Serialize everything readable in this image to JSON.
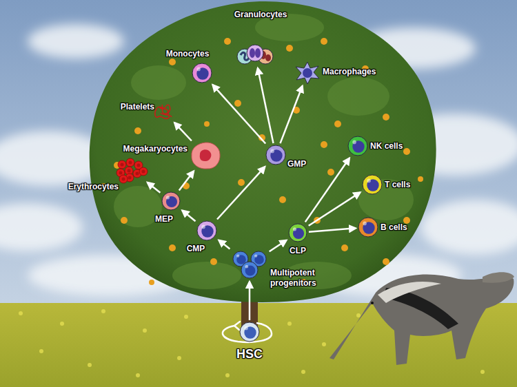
{
  "diagram": {
    "nodes": [
      {
        "text": [
          "Granulocytes"
        ]
      },
      {
        "text": [
          "Monocytes"
        ]
      },
      {
        "text": [
          "Macrophages"
        ]
      },
      {
        "text": [
          "Platelets"
        ]
      },
      {
        "text": [
          "Megakaryocytes"
        ]
      },
      {
        "text": [
          "GMP"
        ]
      },
      {
        "text": [
          "NK cells"
        ]
      },
      {
        "text": [
          "T cells"
        ]
      },
      {
        "text": [
          "B cells"
        ]
      },
      {
        "text": [
          "Erythrocytes"
        ]
      },
      {
        "text": [
          "MEP"
        ]
      },
      {
        "text": [
          "CMP"
        ]
      },
      {
        "text": [
          "CLP"
        ]
      },
      {
        "text": [
          "Multipotent progenitors"
        ]
      },
      {
        "text": [
          "HSC"
        ]
      }
    ],
    "edges": [
      {
        "from": 14,
        "to": 13,
        "arrow": "to"
      },
      {
        "from": 13,
        "to": 11,
        "arrow": "to"
      },
      {
        "from": 13,
        "to": 12,
        "arrow": "to"
      },
      {
        "from": 11,
        "to": 10,
        "arrow": "to"
      },
      {
        "from": 11,
        "to": 5,
        "arrow": "to"
      },
      {
        "from": 10,
        "to": 9,
        "arrow": "to"
      },
      {
        "from": 10,
        "to": 4,
        "arrow": "to"
      },
      {
        "from": 4,
        "to": 3,
        "arrow": "to"
      },
      {
        "from": 5,
        "to": 1,
        "arrow": "to"
      },
      {
        "from": 5,
        "to": 0,
        "arrow": "to"
      },
      {
        "from": 5,
        "to": 2,
        "arrow": "to"
      },
      {
        "from": 12,
        "to": 6,
        "arrow": "to"
      },
      {
        "from": 12,
        "to": 7,
        "arrow": "to"
      },
      {
        "from": 12,
        "to": 8,
        "arrow": "to"
      }
    ]
  }
}
